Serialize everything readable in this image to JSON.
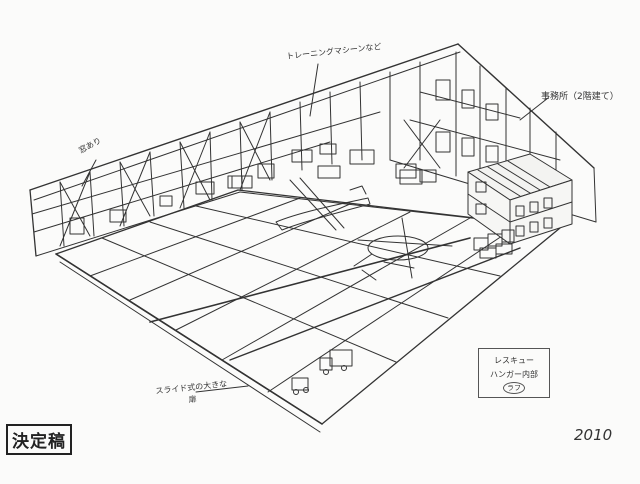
{
  "stamp": "決定稿",
  "year": "2010",
  "annotations": {
    "training_machine": "トレーニングマシーンなど",
    "office": "事務所（2階建て）",
    "window": "窓あり",
    "door_line1": "スライド式の大きな",
    "door_line2": "扉"
  },
  "caption": {
    "line1": "レスキュー",
    "line2": "ハンガー内部",
    "line3": "ラフ"
  }
}
